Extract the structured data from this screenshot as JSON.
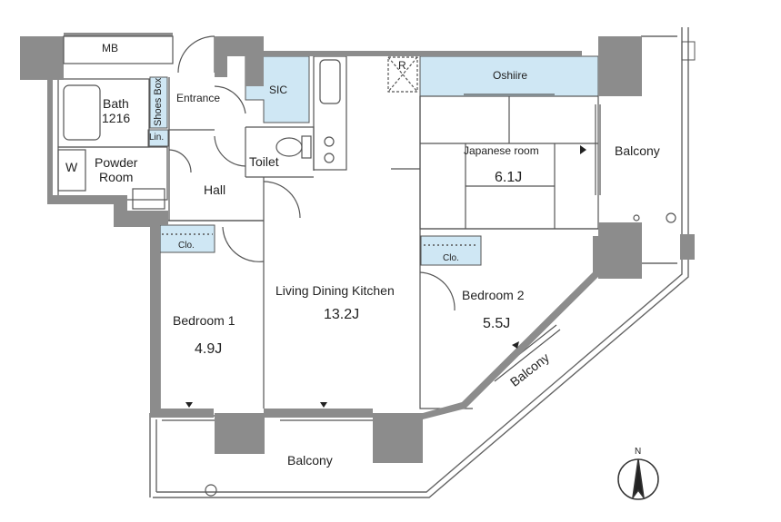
{
  "plan": {
    "labels": {
      "mb": "MB",
      "bath_name": "Bath",
      "bath_size": "1216",
      "shoes_box": "Shoes Box",
      "entrance": "Entrance",
      "sic": "SIC",
      "refrigerator_mark": "R",
      "oshiire": "Oshiire",
      "linen": "Lin.",
      "washer": "W",
      "powder_room": "Powder\nRoom",
      "toilet": "Toilet",
      "hall": "Hall",
      "japanese_room": "Japanese room",
      "japanese_room_size": "6.1J",
      "balcony_east": "Balcony",
      "closet_1": "Clo.",
      "closet_2": "Clo.",
      "ldk": "Living Dining Kitchen",
      "ldk_size": "13.2J",
      "bedroom_2": "Bedroom 2",
      "bedroom_2_size": "5.5J",
      "bedroom_1": "Bedroom 1",
      "bedroom_1_size": "4.9J",
      "balcony_diagonal": "Balcony",
      "balcony_south": "Balcony",
      "north": "N"
    },
    "colors": {
      "wall": "#8c8c8c",
      "storage_fill": "#cfe7f4",
      "line": "#555555",
      "background": "#ffffff"
    }
  }
}
